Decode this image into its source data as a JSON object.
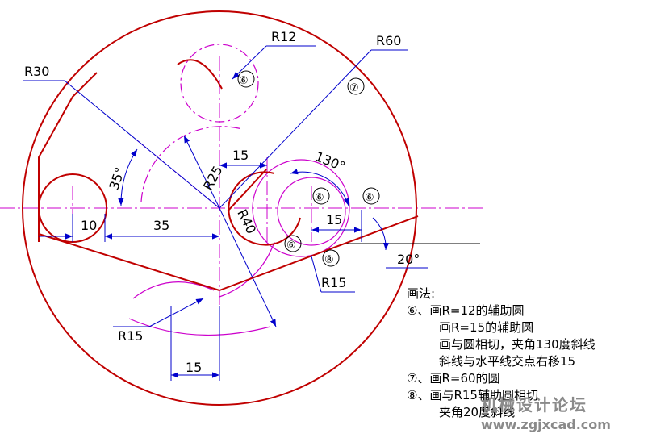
{
  "labels": {
    "r12": "R12",
    "r60": "R60",
    "r30": "R30",
    "r25": "R25",
    "r40": "R40",
    "r15_left": "R15",
    "r15_right": "R15",
    "dim_15_top": "15",
    "dim_130": "130°",
    "dim_35_angle": "35°",
    "dim_10": "10",
    "dim_35": "35",
    "dim_15_mid": "15",
    "dim_15_bottom": "15",
    "dim_20": "20°",
    "c6_top": "⑥",
    "c7": "⑦",
    "c6_mid1": "⑥",
    "c6_mid2": "⑥",
    "c6_low": "⑥",
    "c8": "⑧"
  },
  "notes": {
    "title": "画法:",
    "line1": "⑥、画R=12的辅助圆",
    "line2": "画R=15的辅助圆",
    "line3": "画与圆相切，夹角130度斜线",
    "line4": "斜线与水平线交点右移15",
    "line5": "⑦、画R=60的圆",
    "line6": "⑧、画与R15辅助圆相切",
    "line7": "夹角20度斜线"
  },
  "watermark": {
    "site_name": "机械设计论坛",
    "url": "www.zgjxcad.com"
  },
  "colors": {
    "outline": "#c00000",
    "auxiliary": "#cc00cc",
    "dimension": "#0000cc",
    "text": "#000000"
  }
}
